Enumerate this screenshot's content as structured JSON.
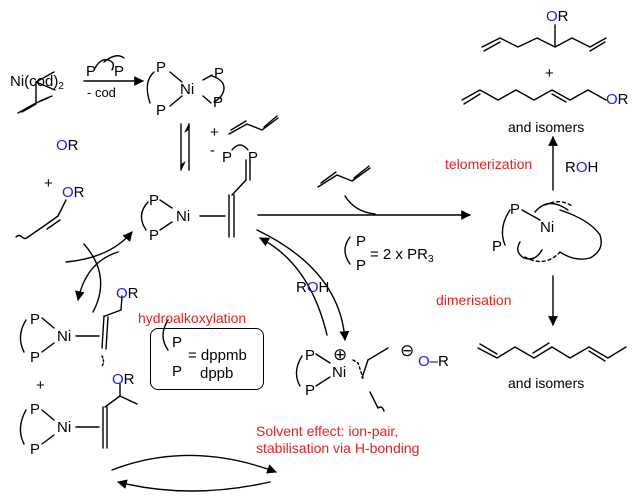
{
  "atoms": {
    "P": "P",
    "Ni": "Ni",
    "O": "O",
    "R": "R",
    "H": "H",
    "R_blue": "R"
  },
  "start": {
    "reagent": "Ni(cod)",
    "reagent_sub": "2",
    "byproduct": "- cod"
  },
  "ligand_exchange": {
    "plus": "+",
    "minus": "-"
  },
  "plus": "+",
  "labels": {
    "telomerization": "telomerization",
    "dimerisation": "dimerisation",
    "hydroalkoxylation": "hydroalkoxylation",
    "and_isomers": "and isomers",
    "solvent_effect_line1": "Solvent effect: ion-pair,",
    "solvent_effect_line2": "stabilisation via H-bonding"
  },
  "ligand_def": {
    "eq": "= 2 x PR",
    "eq_sub": "3"
  },
  "ligand_box": {
    "line1": "= dppmb",
    "line2": "dppb"
  },
  "charges": {
    "plus": "⊕",
    "minus": "⊖",
    "dash_or": "–R"
  },
  "colors": {
    "red": "#e61e1e",
    "blue": "#1a1aff",
    "black": "#000000"
  }
}
